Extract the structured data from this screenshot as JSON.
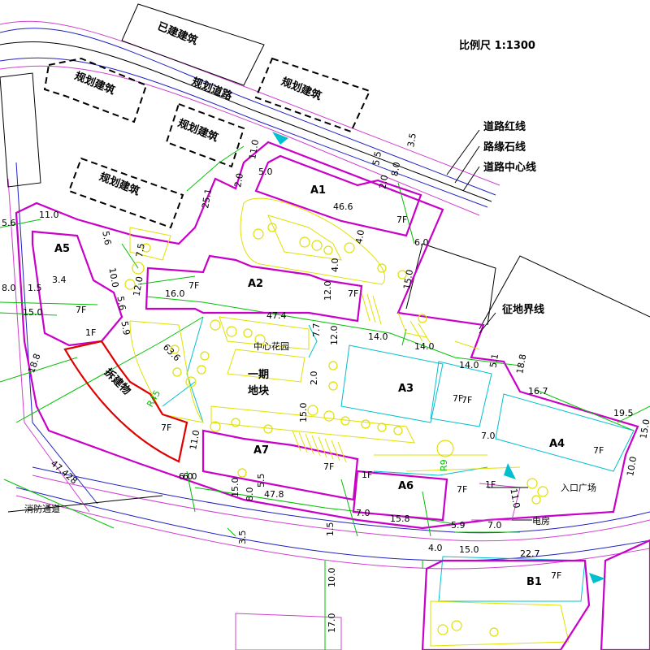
{
  "scale": "比例尺  1:1300",
  "labels": {
    "built": "已建建筑",
    "planned_1": "规划建筑",
    "planned_2": "规划建筑",
    "planned_3": "规划建筑",
    "planned_road": "规划道路",
    "red_line": "道路红线",
    "curb_line": "路缘石线",
    "center_line": "道路中心线",
    "boundary": "征地界线",
    "garden": "中心花园",
    "phase1_a": "一期",
    "phase1_b": "地块",
    "demolish": "拆建物",
    "fire_lane": "消防通道",
    "entrance": "入口广场",
    "power_room": "电房",
    "radius_a": "R45",
    "radius_b": "R9"
  },
  "buildings": {
    "A1": {
      "name": "A1",
      "floors": "7F"
    },
    "A2": {
      "name": "A2",
      "floors": "7F"
    },
    "A3": {
      "name": "A3",
      "floors": "7F"
    },
    "A4": {
      "name": "A4",
      "floors": "7F"
    },
    "A5": {
      "name": "A5",
      "floors": "7F"
    },
    "A6": {
      "name": "A6",
      "floors": "7F"
    },
    "A7": {
      "name": "A7",
      "floors": "7F"
    },
    "B1": {
      "name": "B1",
      "floors": "7F"
    },
    "extra_floors": [
      "7F",
      "1F",
      "1F",
      "7F",
      "1F",
      "7F",
      "7F",
      "1F"
    ]
  },
  "dimensions": [
    "5.6",
    "11.0",
    "8.0",
    "1.5",
    "15.0",
    "18.8",
    "3.4",
    "5.6",
    "4.0",
    "10.0",
    "4.0",
    "5.6",
    "5.9",
    "7.5",
    "12.0",
    "16.0",
    "47.4",
    "63.6",
    "25.1",
    "2.0",
    "11.0",
    "5.0",
    "46.6",
    "5.5",
    "2.0",
    "8.0",
    "3.5",
    "4.0",
    "6.0",
    "15.0",
    "12.0",
    "7.7",
    "4.0",
    "14.0",
    "14.0",
    "14.0",
    "5.1",
    "18.8",
    "16.7",
    "19.5",
    "15.0",
    "12.0",
    "2.0",
    "15.0",
    "7.0",
    "10.0",
    "11.0",
    "6.0",
    "47.8",
    "15.0",
    "8.0",
    "5.5",
    "3.5",
    "1.5",
    "7.0",
    "15.8",
    "5.9",
    "7.0",
    "4.0",
    "15.0",
    "22.7",
    "10.0",
    "17.0",
    "47.428",
    "1.5",
    "11.0",
    "6.0"
  ]
}
